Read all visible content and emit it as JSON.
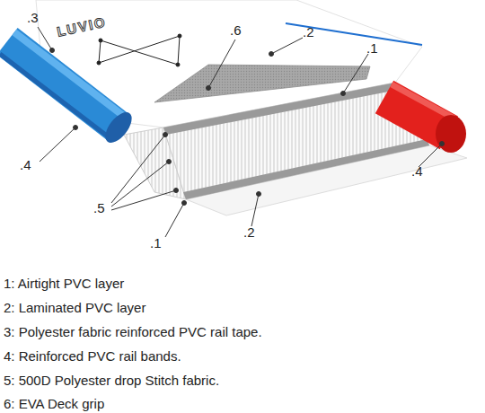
{
  "diagram": {
    "labels": [
      ".3",
      ".6",
      ".2",
      ".1",
      ".4",
      ".5",
      ".1",
      ".2",
      ".4",
      "LUVIO",
      "1: Airtight PVC layer",
      "2: Laminated PVC layer",
      "3: Polyester fabric reinforced PVC rail tape.",
      "4: Reinforced PVC rail bands.",
      "5: 500D Polyester drop Stitch fabric.",
      "6: EVA Deck grip"
    ]
  }
}
